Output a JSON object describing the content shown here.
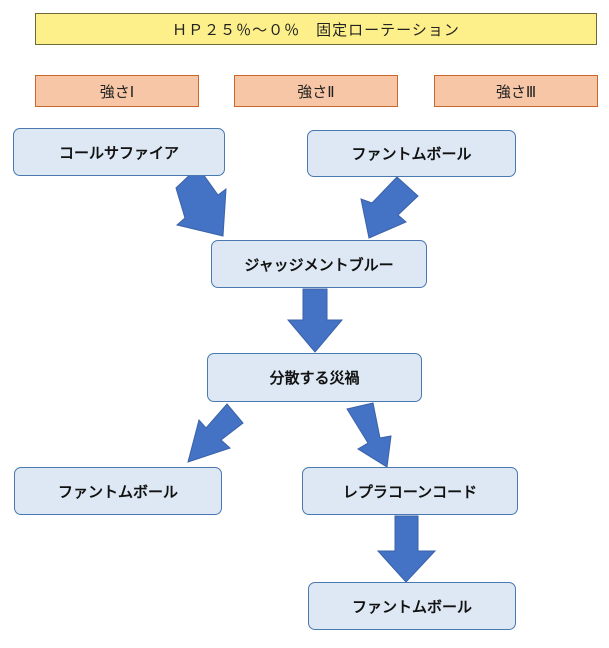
{
  "title": "ＨＰ２５％～０％　固定ローテーション",
  "strengths": [
    "強さⅠ",
    "強さⅡ",
    "強さⅢ"
  ],
  "nodes": {
    "coal_sapphire": "コールサファイア",
    "phantom_ball_top": "ファントムボール",
    "judgment_blue": "ジャッジメントブルー",
    "dispersed_disaster": "分散する災禍",
    "phantom_ball_left": "ファントムボール",
    "leprechaun_code": "レプラコーンコード",
    "phantom_ball_bottom": "ファントムボール"
  },
  "colors": {
    "title_bg": "#fdf08b",
    "strength_bg": "#f7c6a6",
    "node_bg": "#dde8f4",
    "node_border": "#4a78b0",
    "arrow": "#4472c4"
  }
}
